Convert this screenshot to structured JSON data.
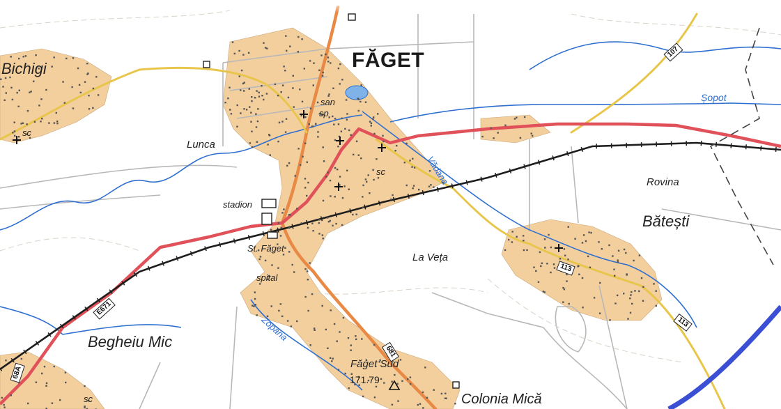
{
  "map": {
    "type": "topographic map excerpt",
    "colors": {
      "settlement": "#f3cf9e",
      "main_road": "#e0515a",
      "secondary_road": "#e88a45",
      "local_road": "#e8c54b",
      "railway": "#1e1e1e",
      "river": "#2e6fd0",
      "motorway": "#3b4fd4",
      "minor_road": "#b8b8b8"
    },
    "labels": {
      "town": "FĂGET",
      "bichigi": "Bichigi",
      "lunca": "Lunca",
      "stadion": "stadion",
      "station": "St. Făget",
      "spital": "spital",
      "la_veta": "La Veța",
      "rovina": "Rovina",
      "batesti": "Bătești",
      "begheiu_mic": "Begheiu Mic",
      "faget_sud": "Făget Sud",
      "colonia_mica": "Colonia Mică",
      "sc_west": "sc",
      "sc_center": "sc",
      "sc_south": "sc",
      "san": "san",
      "sp": "sp"
    },
    "water_labels": {
      "sopot": "Șopot",
      "vadana": "Vădana",
      "zopana": "Zopana"
    },
    "elevation": "171.79",
    "road_shields": {
      "e671": "E671",
      "r68a": "68A",
      "r681": "681",
      "r107": "107",
      "r113": "113",
      "r113b": "113"
    },
    "icons": {
      "church": "church-icon",
      "triangulation": "triangulation-point-icon",
      "building": "building-icon"
    }
  }
}
